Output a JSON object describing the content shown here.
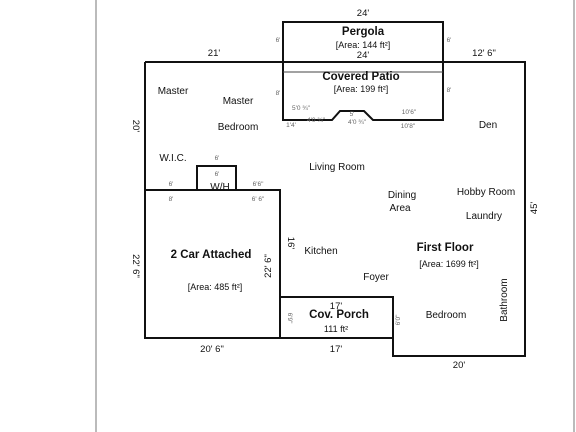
{
  "plan": {
    "pergola": {
      "name": "Pergola",
      "area": "[Area: 144 ft²]",
      "dim_top": "24'",
      "dim_bottom": "24'",
      "dim_left": "6'",
      "dim_right": "6'"
    },
    "covered_patio": {
      "name": "Covered Patio",
      "area": "[Area: 199 ft²]",
      "dim_left": "8'",
      "dim_right": "8'",
      "angle_a": "4'0 ¾\"",
      "angle_b": "5'",
      "angle_c": "4'0 ¾\"",
      "left_small": "5'0 ¾\"",
      "right_small": "10'6\"",
      "left_bottom": "1'4'",
      "right_bottom": "10'8\""
    },
    "first_floor": {
      "name": "First Floor",
      "area": "[Area: 1699 ft²]"
    },
    "garage": {
      "name": "2 Car Attached",
      "area": "[Area: 485 ft²]"
    },
    "porch": {
      "name": "Cov. Porch",
      "area": "111 ft²",
      "dim_top": "17'",
      "dim_left": "6'9\"",
      "dim_right": "6'0\""
    },
    "wh": {
      "label": "W/H",
      "dim": "6'",
      "left_small": "6'",
      "right_small": "6'6\""
    },
    "rooms": {
      "master": "Master",
      "master_bedroom_1": "Master",
      "master_bedroom_2": "Bedroom",
      "den": "Den",
      "wic": "W.I.C.",
      "living_room": "Living Room",
      "dining_1": "Dining",
      "dining_2": "Area",
      "hobby_room": "Hobby Room",
      "laundry": "Laundry",
      "kitchen": "Kitchen",
      "foyer": "Foyer",
      "bedroom": "Bedroom",
      "bathroom": "Bathroom"
    },
    "dims": {
      "top_left": "21'",
      "top_right": "12' 6\"",
      "left_upper": "20'",
      "left_lower": "22' 6\"",
      "right": "45'",
      "bottom_left": "20' 6\"",
      "bottom_mid": "17'",
      "bottom_right": "20'",
      "garage_inner": "22' 6\"",
      "kitchen_wall": "16'",
      "wic_left": "8'",
      "wic_right": "6' 6\"",
      "wic_small_left": "6'",
      "wic_small_right": "6'6\""
    }
  }
}
